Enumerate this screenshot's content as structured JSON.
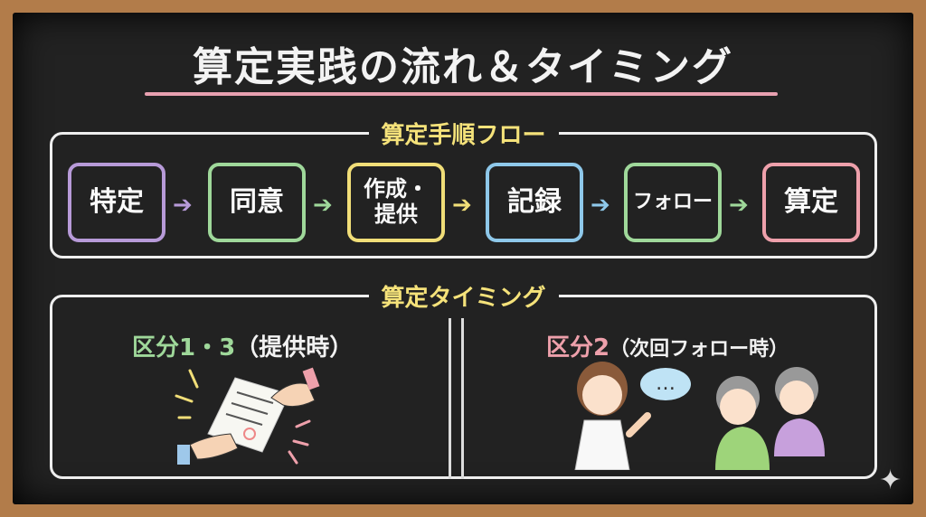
{
  "title": "算定実践の流れ＆タイミング",
  "flow": {
    "label": "算定手順フロー",
    "steps": [
      {
        "label": "特定",
        "color": "#b79ad8"
      },
      {
        "label": "同意",
        "color": "#9fd89a"
      },
      {
        "label": "作成・提供",
        "color": "#f1de78"
      },
      {
        "label": "記録",
        "color": "#8ec8ea"
      },
      {
        "label": "フォロー",
        "color": "#9fd89a"
      },
      {
        "label": "算定",
        "color": "#eea0ab"
      }
    ]
  },
  "timing": {
    "label": "算定タイミング",
    "left": {
      "category": "区分1・3",
      "when": "（提供時）",
      "color": "#9fd89a"
    },
    "right": {
      "category": "区分2",
      "when": "（次回フォロー時）",
      "color": "#eea0ab"
    },
    "speech": "…"
  }
}
